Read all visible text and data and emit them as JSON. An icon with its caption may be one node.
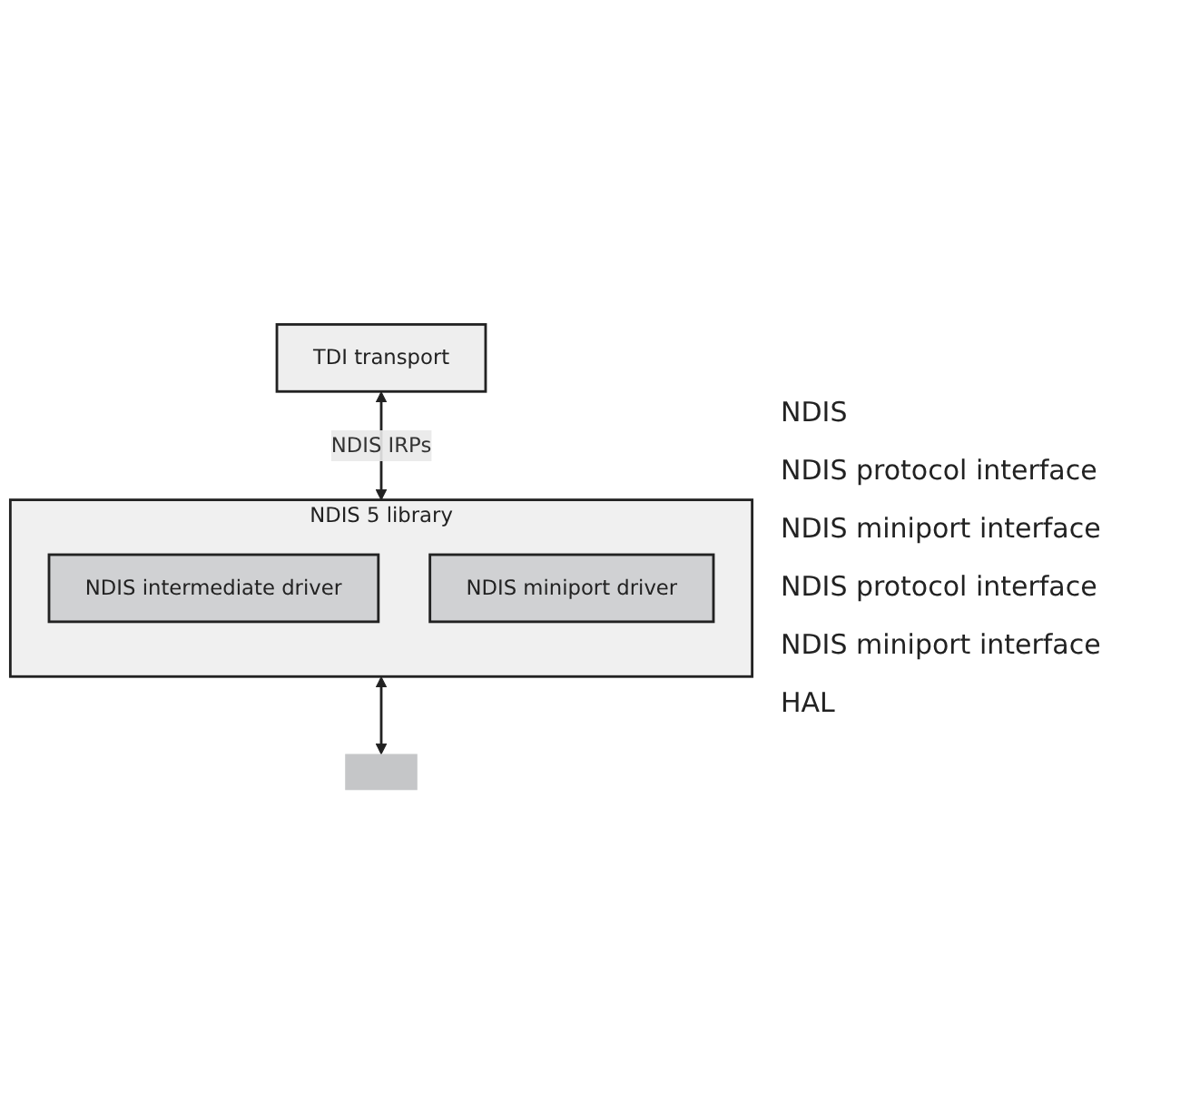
{
  "diagram": {
    "nodes": [
      {
        "text": [
          "TDI transport"
        ]
      },
      {
        "text": [
          "NDIS 5 library"
        ]
      },
      {
        "text": [
          "NDIS intermediate driver"
        ],
        "in": 1
      },
      {
        "text": [
          "NDIS miniport driver"
        ],
        "in": 1
      },
      {
        "text": [],
        "shape": "box"
      }
    ],
    "edges": [
      {
        "from": 0,
        "to": 1,
        "arrow": "both",
        "label": "NDIS IRPs"
      },
      {
        "from": 1,
        "to": 4,
        "arrow": "both"
      }
    ],
    "labels": [
      "NDIS",
      "NDIS protocol interface",
      "NDIS miniport interface",
      "NDIS protocol interface",
      "NDIS miniport interface",
      "HAL"
    ]
  }
}
